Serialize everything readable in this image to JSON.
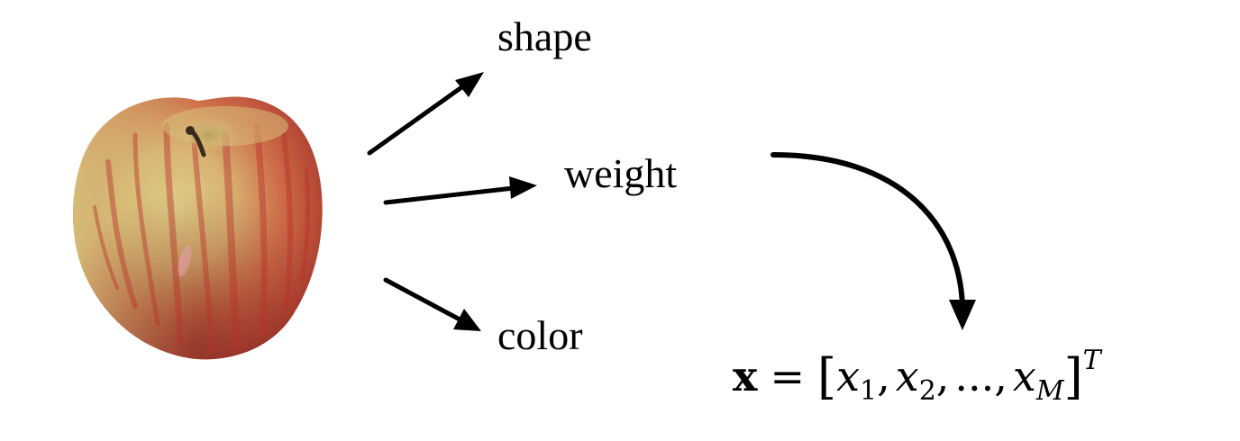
{
  "features": {
    "shape": "shape",
    "weight": "weight",
    "color": "color"
  },
  "formula": {
    "vector": "x",
    "equals": "=",
    "open_bracket": "[",
    "x1_base": "x",
    "x1_sub": "1",
    "x2_base": "x",
    "x2_sub": "2",
    "ellipsis": "...",
    "xm_base": "x",
    "xm_sub": "M",
    "close_bracket": "]",
    "transpose": "T"
  },
  "colors": {
    "ink": "#000000",
    "apple_red": "#c8392c",
    "apple_yellow": "#d9c77a"
  },
  "icons": {
    "apple": "apple-image"
  }
}
